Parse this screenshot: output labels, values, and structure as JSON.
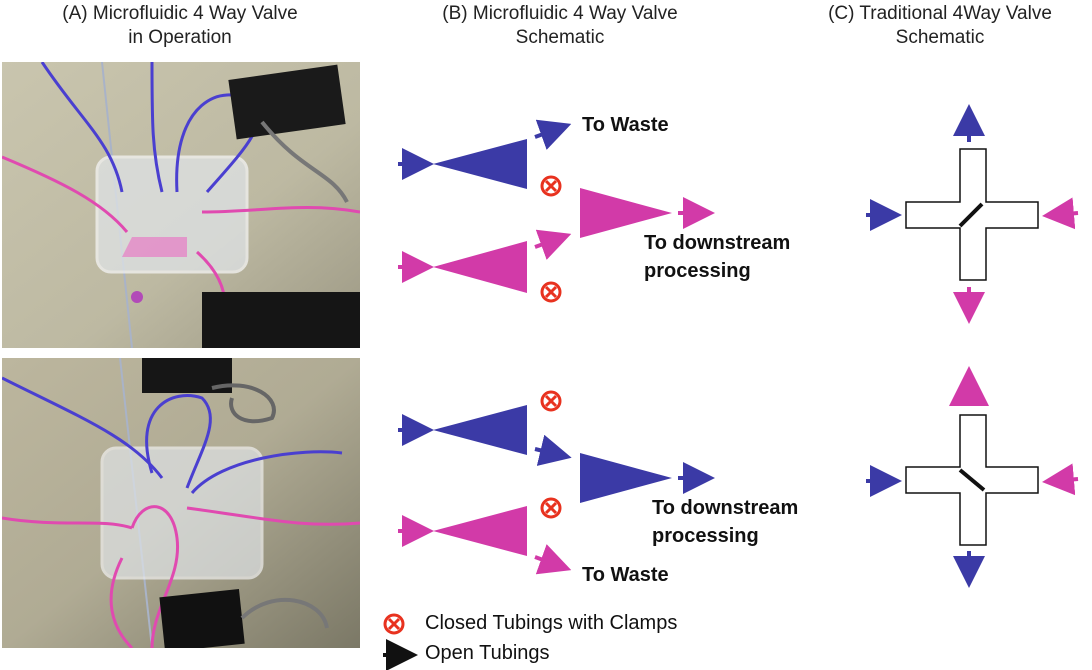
{
  "headers": {
    "col_a": [
      "(A) Microfluidic 4 Way Valve",
      "in Operation"
    ],
    "col_b": [
      "(B) Microfluidic 4 Way Valve",
      "Schematic"
    ],
    "col_c": [
      "(C) Traditional 4Way Valve",
      "Schematic"
    ]
  },
  "schematic_top": {
    "waste_label": "To Waste",
    "downstream_label": [
      "To downstream",
      "processing"
    ]
  },
  "schematic_bottom": {
    "downstream_label": [
      "To downstream",
      "processing"
    ],
    "waste_label": "To Waste"
  },
  "legend": {
    "closed": "Closed Tubings with Clamps",
    "open": "Open Tubings"
  },
  "colors": {
    "blue": "#3b3aa6",
    "magenta": "#d23aa8",
    "red": "#e8321f",
    "black": "#111111"
  }
}
